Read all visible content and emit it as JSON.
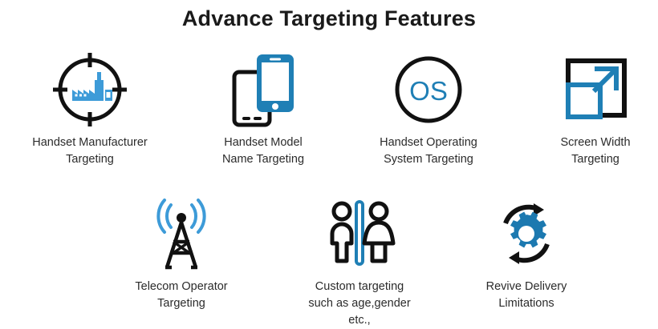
{
  "header": {
    "title": "Advance Targeting Features"
  },
  "theme": {
    "blue_light": "#3d9bd8",
    "blue": "#1f7fb5",
    "blue_dark": "#1c79b0",
    "black": "#111111",
    "text": "#2b2b2b",
    "background": "#ffffff"
  },
  "features": [
    {
      "id": "handset-manufacturer",
      "icon": "crosshair-factory-icon",
      "label": "Handset Manufacturer\nTargeting"
    },
    {
      "id": "handset-model-name",
      "icon": "two-phones-icon",
      "label": "Handset Model\nName Targeting"
    },
    {
      "id": "handset-operating-system",
      "icon": "os-circle-icon",
      "label": "Handset Operating\nSystem Targeting",
      "icon_text": "OS"
    },
    {
      "id": "screen-width",
      "icon": "expand-arrow-frame-icon",
      "label": "Screen Width\nTargeting"
    },
    {
      "id": "telecom-operator",
      "icon": "broadcast-tower-icon",
      "label": "Telecom Operator\nTargeting"
    },
    {
      "id": "custom-targeting",
      "icon": "male-female-icon",
      "label": "Custom targeting\nsuch as age,gender\netc.,"
    },
    {
      "id": "revive-delivery",
      "icon": "gear-refresh-icon",
      "label": "Revive Delivery\nLimitations"
    }
  ]
}
